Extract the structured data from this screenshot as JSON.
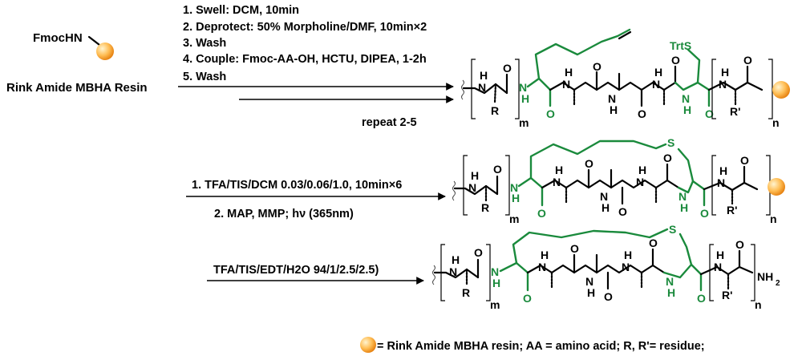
{
  "start": {
    "fmoc_label": "FmocHN",
    "resin_name": "Rink Amide MBHA Resin"
  },
  "step1": {
    "conditions": [
      "1. Swell: DCM, 10min",
      "2. Deprotect: 50% Morpholine/DMF, 10min×2",
      "3. Wash",
      "4. Couple: Fmoc-AA-OH, HCTU, DIPEA, 1-2h",
      "5. Wash"
    ],
    "repeat": "repeat 2-5"
  },
  "step2": {
    "line1": "1. TFA/TIS/DCM 0.03/0.06/1.0, 10min×6",
    "line2": "2. MAP, MMP;  hν (365nm)"
  },
  "step3": {
    "line1": "TFA/TIS/EDT/H2O 94/1/2.5/2.5)"
  },
  "atoms": {
    "H": "H",
    "N": "N",
    "O": "O",
    "S": "S",
    "R": "R",
    "Rp": "R'",
    "m": "m",
    "n": "n",
    "TrtS": "TrtS",
    "NH": "NH",
    "sub2": "2"
  },
  "legend": "= Rink Amide MBHA resin; AA = amino acid; R, R'= residue;",
  "colors": {
    "green": "#1a8a3c",
    "bead_light": "#ffe6a8",
    "bead_dark": "#f08c14"
  }
}
